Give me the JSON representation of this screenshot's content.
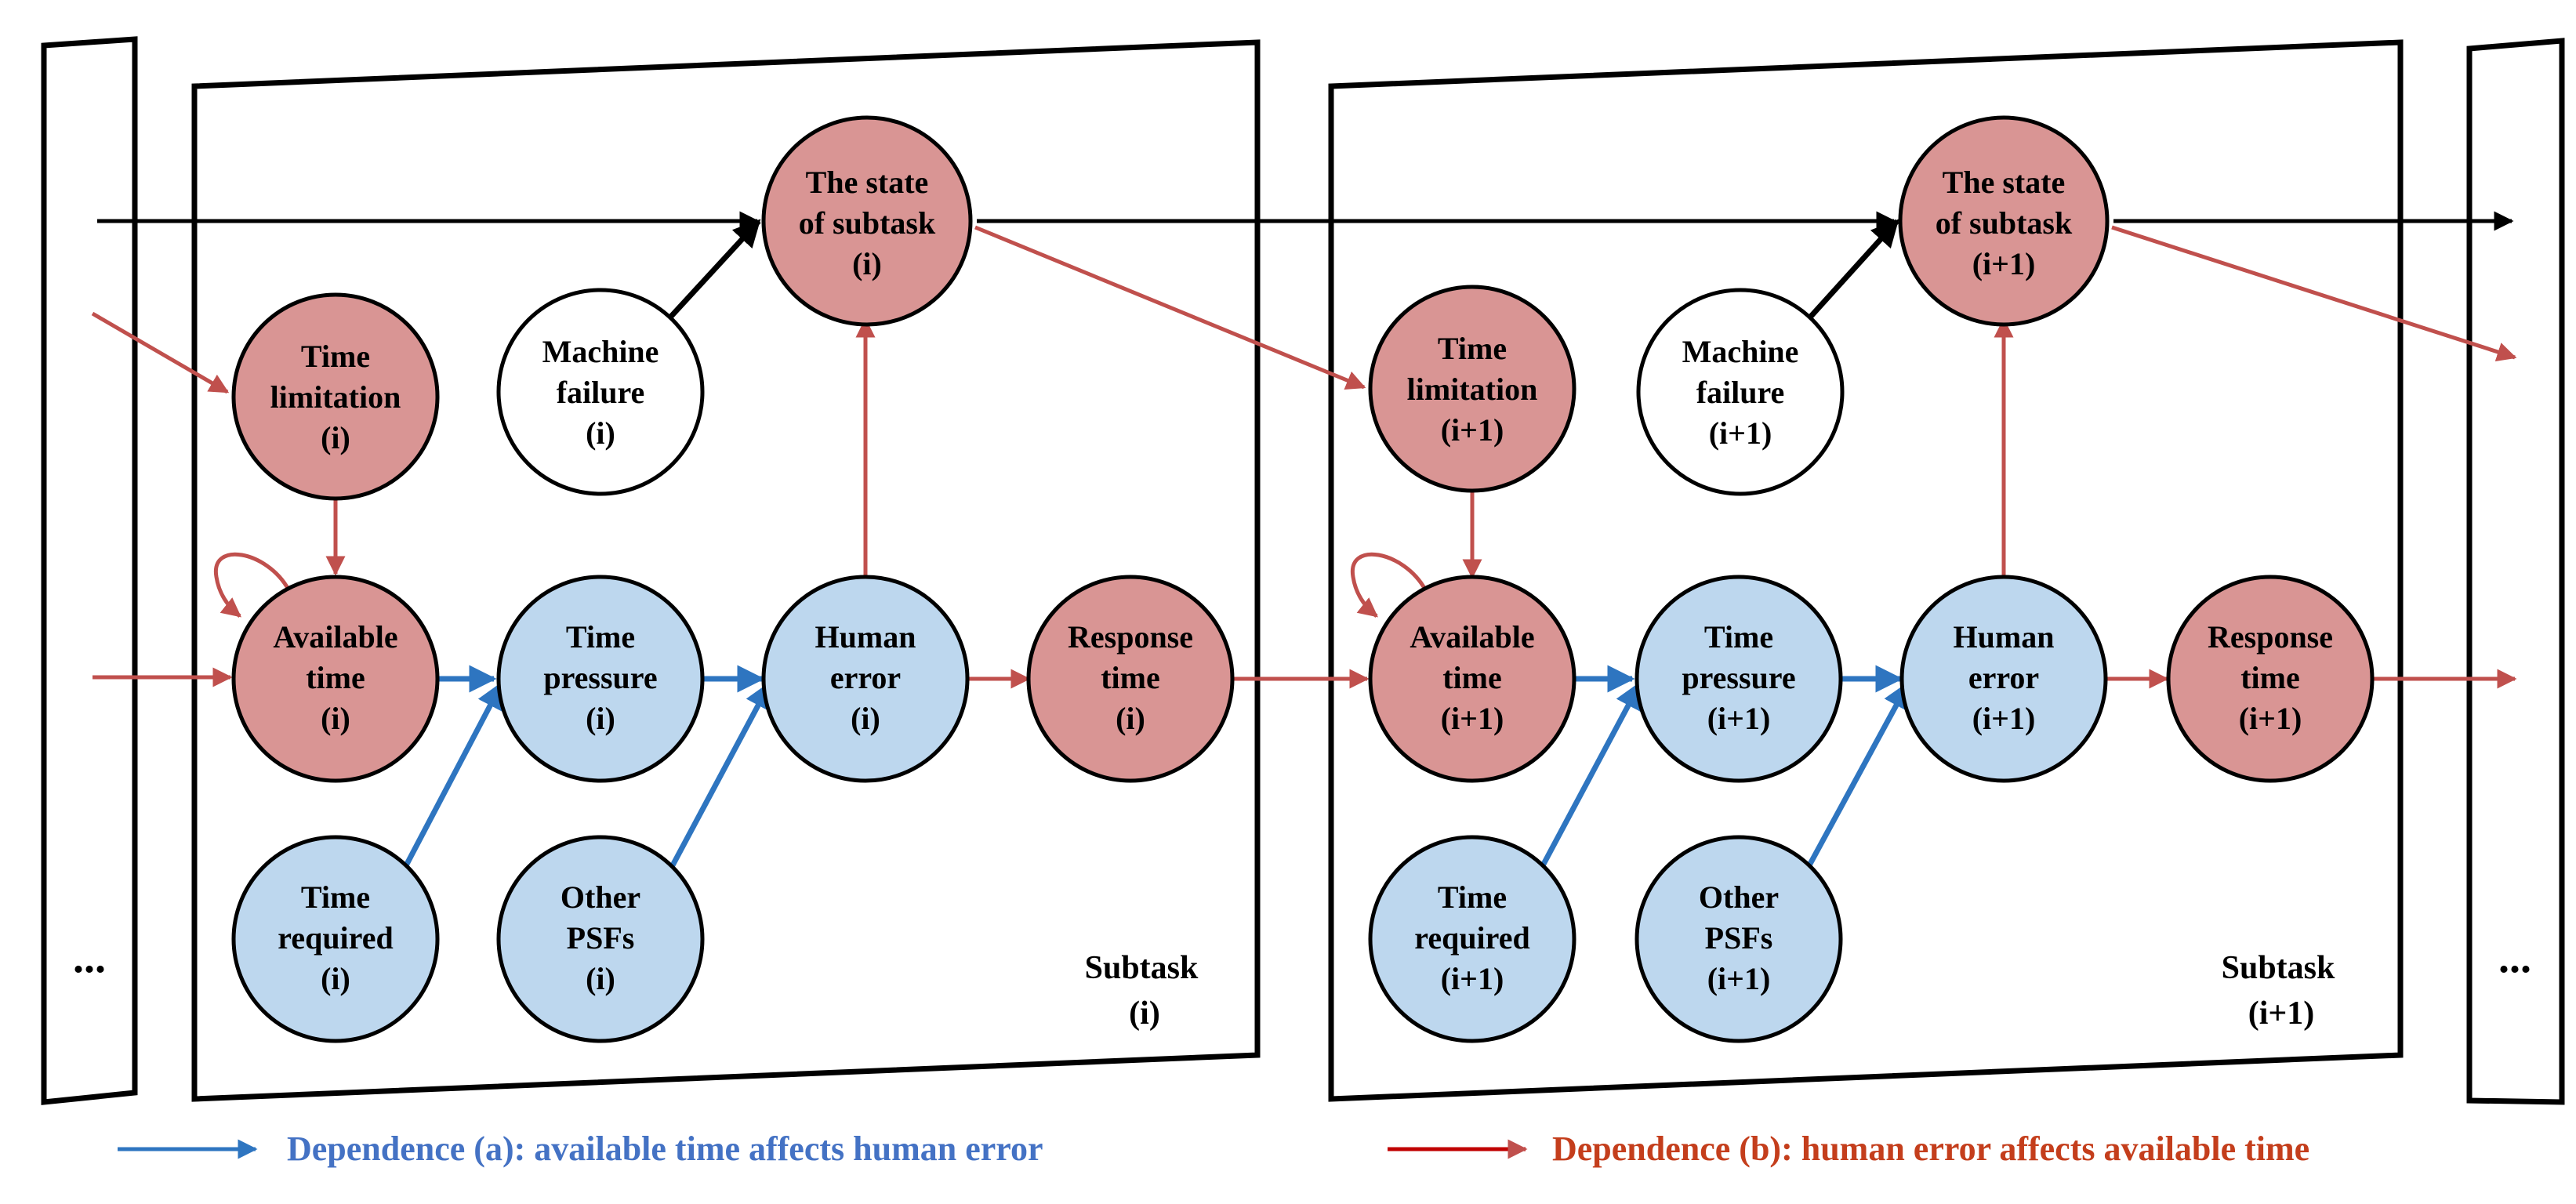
{
  "colors": {
    "red_node": "#d99594",
    "blue_node": "#bdd7ee",
    "white_node": "#ffffff",
    "red_arrow": "#c0504d",
    "blue_arrow": "#2e75c0",
    "black_arrow": "#000000",
    "legend_blue_text": "#4472c4",
    "legend_red_text": "#c43e1c"
  },
  "ellipsis": "...",
  "subtasks": [
    {
      "label_line1": "Subtask",
      "label_line2": "(i)",
      "nodes": {
        "state": [
          "The state",
          "of subtask",
          "(i)"
        ],
        "machine_failure": [
          "Machine",
          "failure",
          "(i)"
        ],
        "time_limitation": [
          "Time",
          "limitation",
          "(i)"
        ],
        "available_time": [
          "Available",
          "time",
          "(i)"
        ],
        "time_pressure": [
          "Time",
          "pressure",
          "(i)"
        ],
        "human_error": [
          "Human",
          "error",
          "(i)"
        ],
        "response_time": [
          "Response",
          "time",
          "(i)"
        ],
        "time_required": [
          "Time",
          "required",
          "(i)"
        ],
        "other_psfs": [
          "Other",
          "PSFs",
          "(i)"
        ]
      }
    },
    {
      "label_line1": "Subtask",
      "label_line2": "(i+1)",
      "nodes": {
        "state": [
          "The state",
          "of subtask",
          "(i+1)"
        ],
        "machine_failure": [
          "Machine",
          "failure",
          "(i+1)"
        ],
        "time_limitation": [
          "Time",
          "limitation",
          "(i+1)"
        ],
        "available_time": [
          "Available",
          "time",
          "(i+1)"
        ],
        "time_pressure": [
          "Time",
          "pressure",
          "(i+1)"
        ],
        "human_error": [
          "Human",
          "error",
          "(i+1)"
        ],
        "response_time": [
          "Response",
          "time",
          "(i+1)"
        ],
        "time_required": [
          "Time",
          "required",
          "(i+1)"
        ],
        "other_psfs": [
          "Other",
          "PSFs",
          "(i+1)"
        ]
      }
    }
  ],
  "legend": {
    "a": "Dependence (a): available time affects human error",
    "b": "Dependence (b): human error affects available time"
  }
}
